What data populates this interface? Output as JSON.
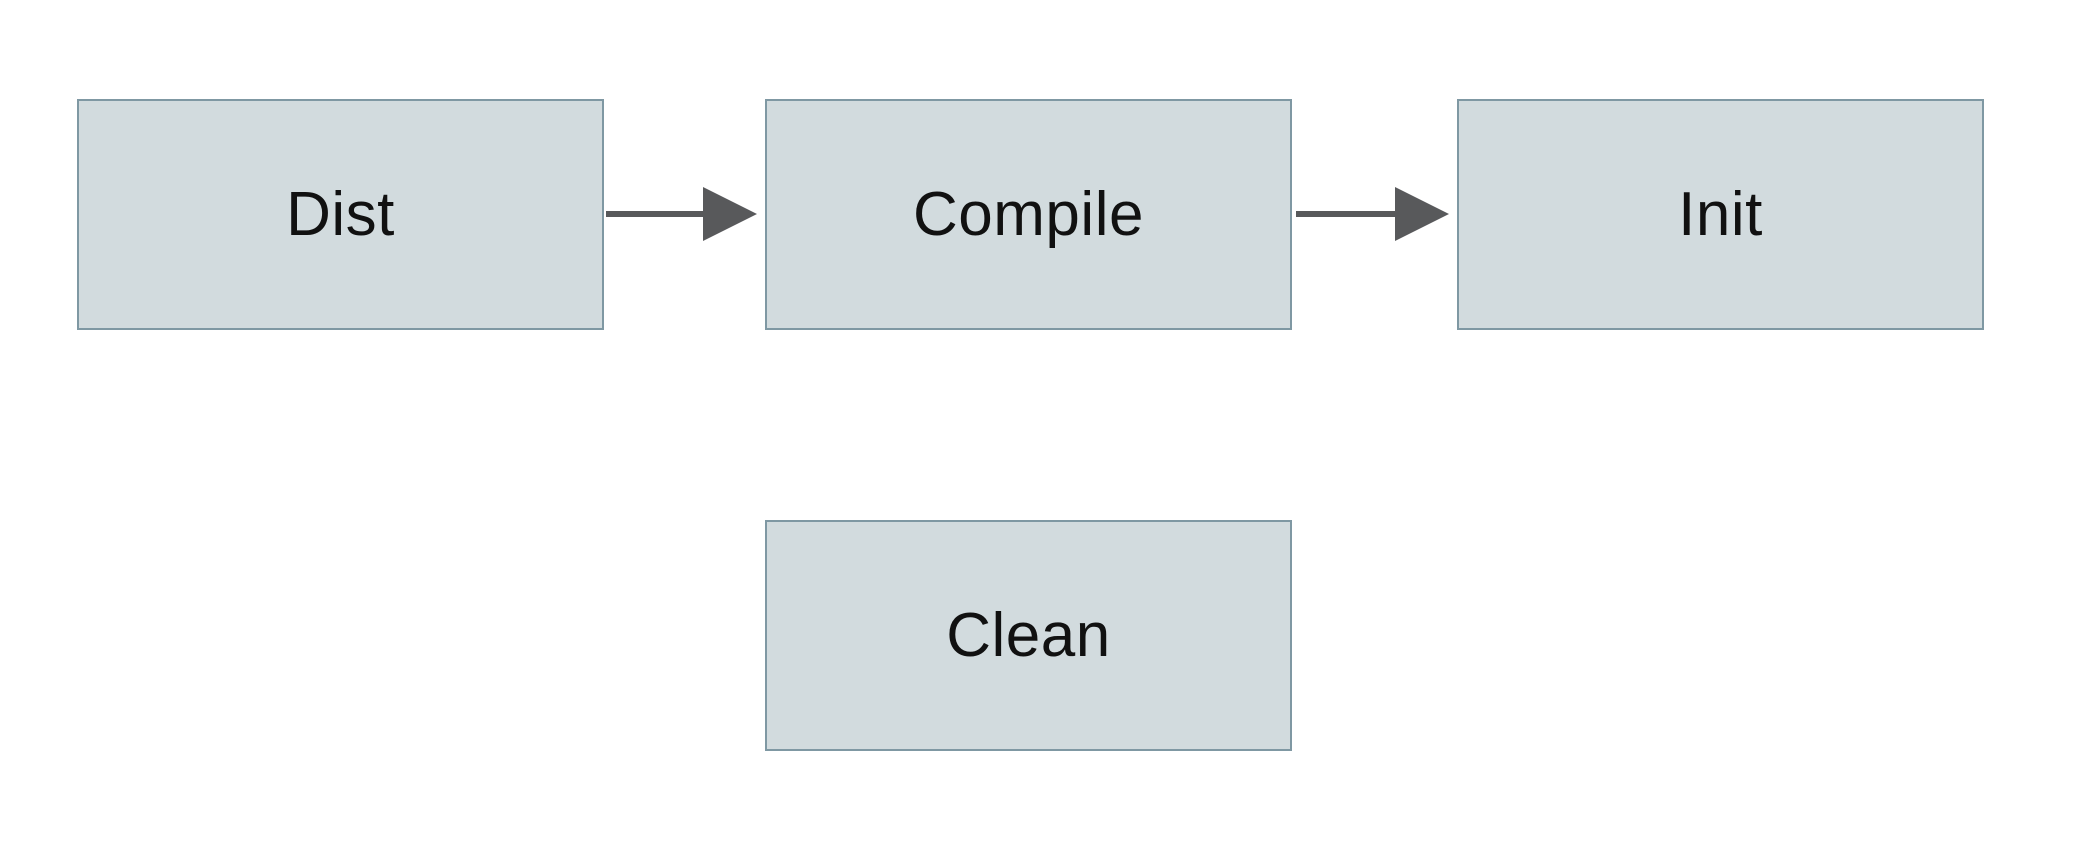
{
  "diagram": {
    "title": "build-targets-flow",
    "nodes": [
      {
        "id": "dist",
        "label": "Dist"
      },
      {
        "id": "compile",
        "label": "Compile"
      },
      {
        "id": "init",
        "label": "Init"
      },
      {
        "id": "clean",
        "label": "Clean"
      }
    ],
    "edges": [
      {
        "from": "Dist",
        "to": "Compile"
      },
      {
        "from": "Compile",
        "to": "Init"
      }
    ],
    "colors": {
      "node_fill": "#d2dbde",
      "node_border": "#7f98a3",
      "arrow": "#58595b",
      "text": "#111111",
      "background": "#ffffff"
    }
  }
}
